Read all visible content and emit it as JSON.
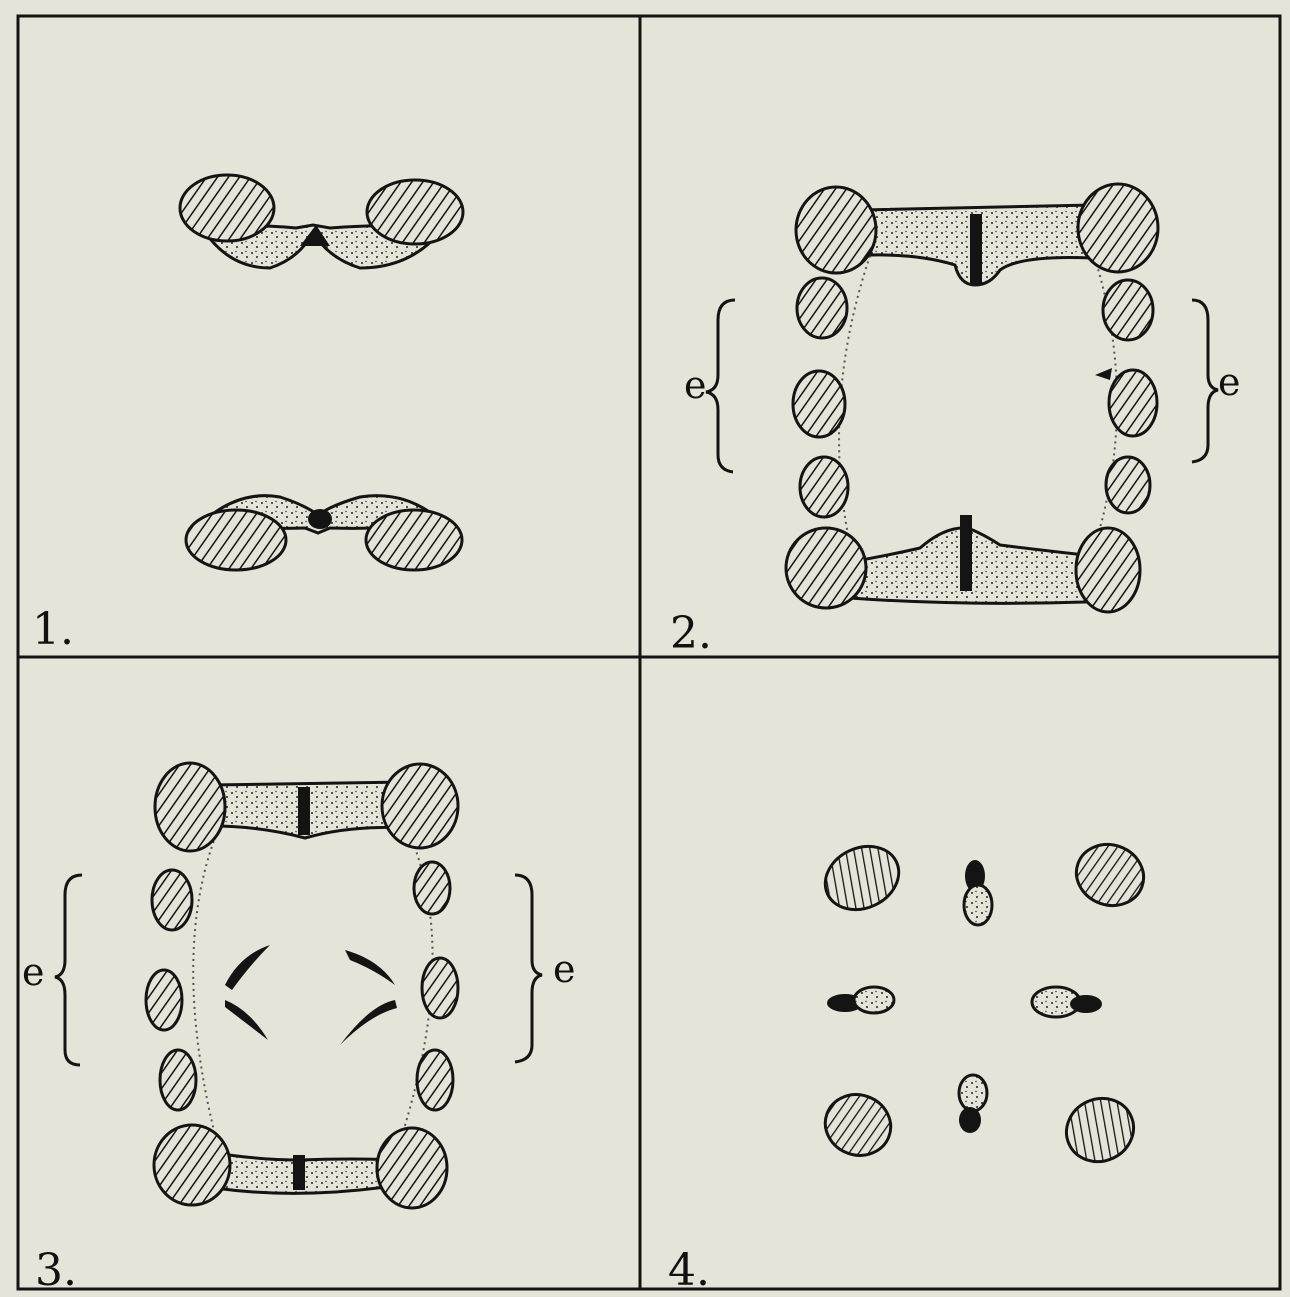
{
  "panels": [
    {
      "number": "1.",
      "brace_labels": []
    },
    {
      "number": "2.",
      "brace_labels": [
        "e",
        "e"
      ]
    },
    {
      "number": "3.",
      "brace_labels": [
        "e",
        "e"
      ]
    },
    {
      "number": "4.",
      "brace_labels": []
    }
  ],
  "colors": {
    "paper": "#e4e4d8",
    "ink": "#141414"
  }
}
